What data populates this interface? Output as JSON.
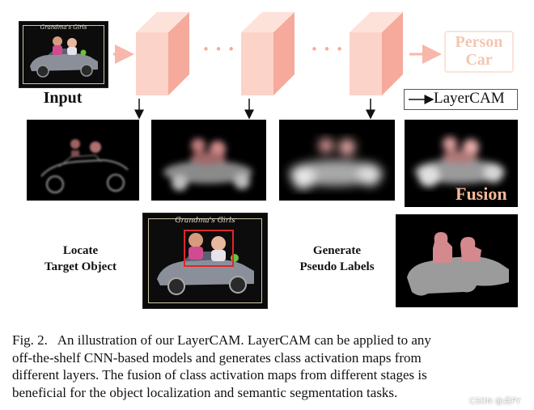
{
  "figure": {
    "input_label": "Input",
    "photo_title": "Grandma's Girls",
    "output_classes": [
      "Person",
      "Car"
    ],
    "legend_label": "LayerCAM",
    "fusion_label": "Fusion",
    "locate_line1": "Locate",
    "locate_line2": "Target Object",
    "generate_line1": "Generate",
    "generate_line2": "Pseudo Labels",
    "dots": "• • •"
  },
  "caption": {
    "lines": [
      "Fig. 2.   An illustration of our LayerCAM. LayerCAM can be applied to any",
      "off-the-shelf CNN-based models and generates class activation maps from",
      "different layers. The fusion of class activation maps from different stages is",
      "beneficial for the object localization and semantic segmentation tasks."
    ],
    "watermark": "CSDN @点PY"
  },
  "colors": {
    "block_front": "#fcd3c8",
    "block_side": "#f5aa9c",
    "arrow_pink": "#f7b7aa",
    "fusion_text": "#f2b79b",
    "class_text": "#f2c6b2",
    "box_red": "#e0262b"
  }
}
